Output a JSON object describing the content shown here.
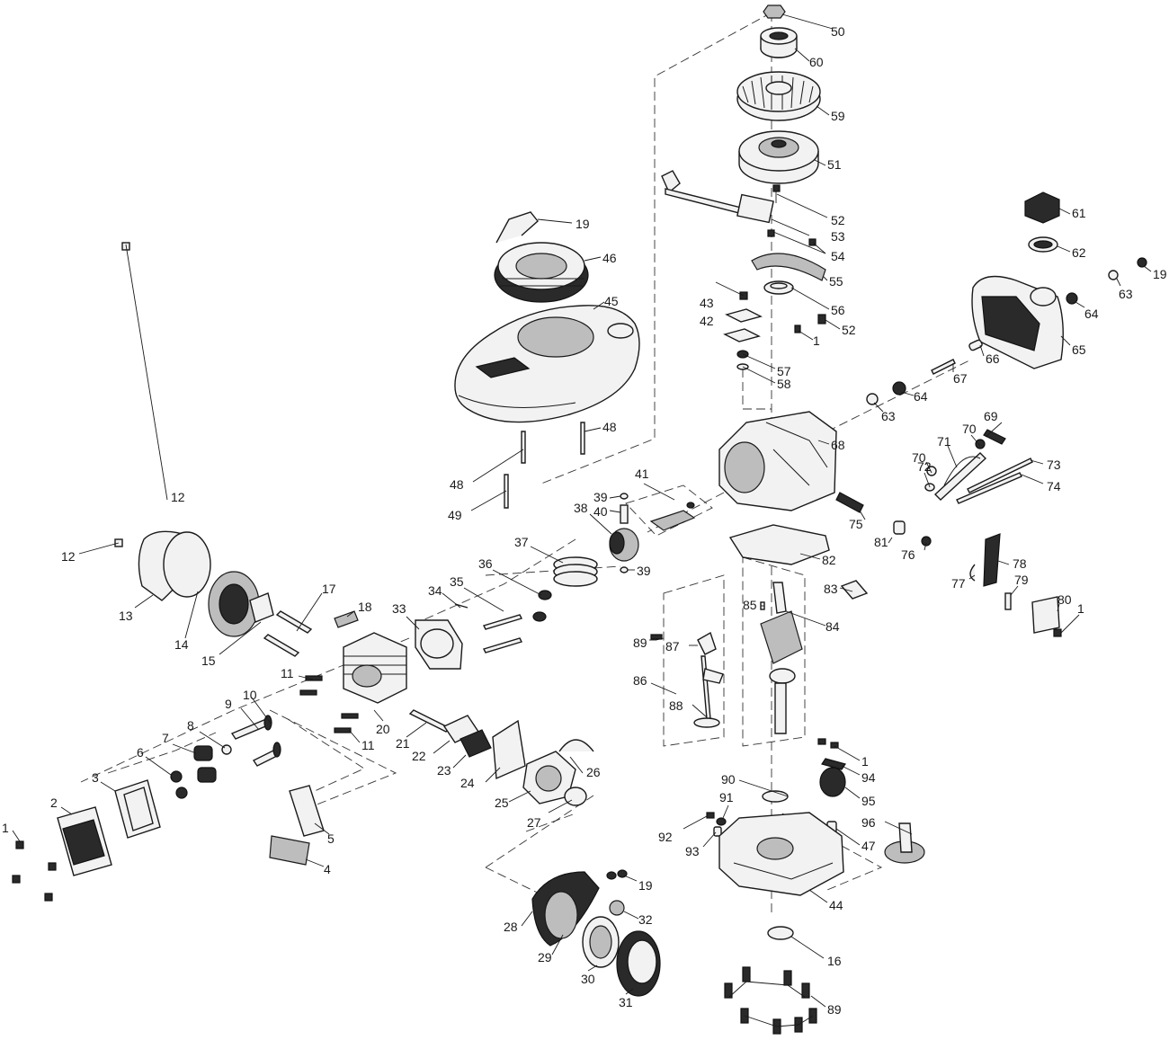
{
  "callouts": [
    {
      "n": "1"
    },
    {
      "n": "2"
    },
    {
      "n": "3"
    },
    {
      "n": "4"
    },
    {
      "n": "5"
    },
    {
      "n": "6"
    },
    {
      "n": "7"
    },
    {
      "n": "8"
    },
    {
      "n": "9"
    },
    {
      "n": "10"
    },
    {
      "n": "11"
    },
    {
      "n": "11"
    },
    {
      "n": "12"
    },
    {
      "n": "12"
    },
    {
      "n": "13"
    },
    {
      "n": "14"
    },
    {
      "n": "15"
    },
    {
      "n": "16"
    },
    {
      "n": "17"
    },
    {
      "n": "18"
    },
    {
      "n": "19"
    },
    {
      "n": "19"
    },
    {
      "n": "19"
    },
    {
      "n": "20"
    },
    {
      "n": "21"
    },
    {
      "n": "22"
    },
    {
      "n": "23"
    },
    {
      "n": "24"
    },
    {
      "n": "25"
    },
    {
      "n": "26"
    },
    {
      "n": "27"
    },
    {
      "n": "28"
    },
    {
      "n": "29"
    },
    {
      "n": "30"
    },
    {
      "n": "31"
    },
    {
      "n": "32"
    },
    {
      "n": "33"
    },
    {
      "n": "34"
    },
    {
      "n": "35"
    },
    {
      "n": "36"
    },
    {
      "n": "37"
    },
    {
      "n": "38"
    },
    {
      "n": "39"
    },
    {
      "n": "39"
    },
    {
      "n": "40"
    },
    {
      "n": "41"
    },
    {
      "n": "42"
    },
    {
      "n": "43"
    },
    {
      "n": "44"
    },
    {
      "n": "45"
    },
    {
      "n": "46"
    },
    {
      "n": "47"
    },
    {
      "n": "48"
    },
    {
      "n": "48"
    },
    {
      "n": "49"
    },
    {
      "n": "50"
    },
    {
      "n": "51"
    },
    {
      "n": "52"
    },
    {
      "n": "52"
    },
    {
      "n": "53"
    },
    {
      "n": "54"
    },
    {
      "n": "55"
    },
    {
      "n": "56"
    },
    {
      "n": "57"
    },
    {
      "n": "58"
    },
    {
      "n": "59"
    },
    {
      "n": "60"
    },
    {
      "n": "61"
    },
    {
      "n": "62"
    },
    {
      "n": "63"
    },
    {
      "n": "63"
    },
    {
      "n": "64"
    },
    {
      "n": "64"
    },
    {
      "n": "65"
    },
    {
      "n": "66"
    },
    {
      "n": "67"
    },
    {
      "n": "68"
    },
    {
      "n": "69"
    },
    {
      "n": "70"
    },
    {
      "n": "70"
    },
    {
      "n": "71"
    },
    {
      "n": "72"
    },
    {
      "n": "73"
    },
    {
      "n": "74"
    },
    {
      "n": "75"
    },
    {
      "n": "76"
    },
    {
      "n": "77"
    },
    {
      "n": "78"
    },
    {
      "n": "79"
    },
    {
      "n": "80"
    },
    {
      "n": "1"
    },
    {
      "n": "1"
    },
    {
      "n": "1"
    },
    {
      "n": "81"
    },
    {
      "n": "82"
    },
    {
      "n": "83"
    },
    {
      "n": "84"
    },
    {
      "n": "85"
    },
    {
      "n": "86"
    },
    {
      "n": "87"
    },
    {
      "n": "88"
    },
    {
      "n": "89"
    },
    {
      "n": "89"
    },
    {
      "n": "90"
    },
    {
      "n": "91"
    },
    {
      "n": "92"
    },
    {
      "n": "93"
    },
    {
      "n": "94"
    },
    {
      "n": "95"
    },
    {
      "n": "96"
    }
  ]
}
